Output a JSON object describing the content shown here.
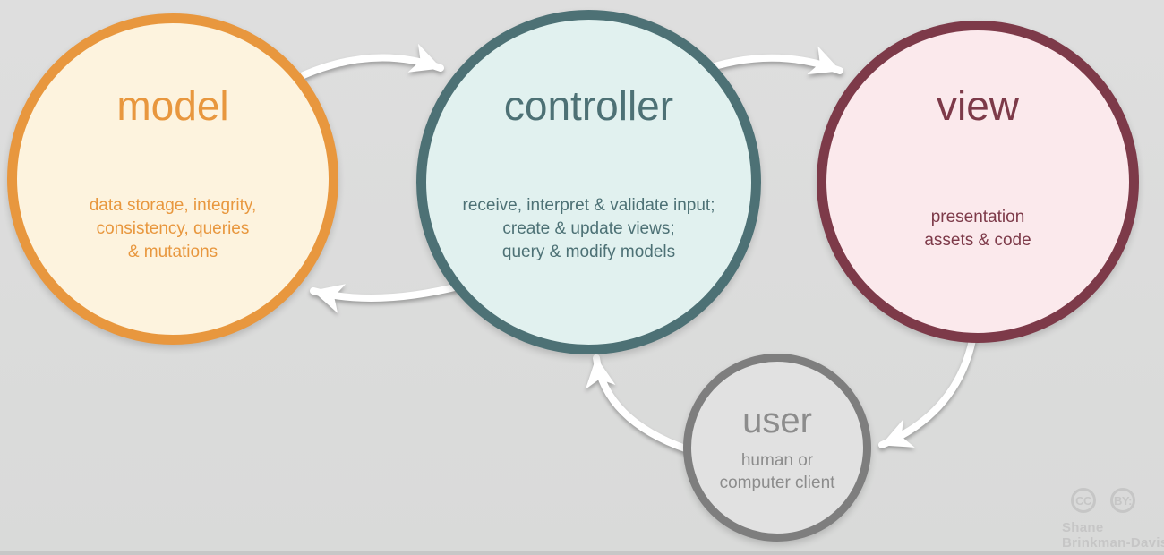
{
  "canvas": {
    "background": "#dcdddc",
    "bottom_strip_color": "#c7c7c7"
  },
  "nodes": {
    "model": {
      "title": "model",
      "lines": [
        "data storage, integrity,",
        "consistency, queries",
        "& mutations"
      ],
      "colors": {
        "border": "#e8973e",
        "fill": "#fdf3de",
        "text": "#e8973e"
      }
    },
    "controller": {
      "title": "controller",
      "lines": [
        "receive, interpret & validate input;",
        "create & update views;",
        "query & modify models"
      ],
      "colors": {
        "border": "#4d7175",
        "fill": "#e1f1ef",
        "text": "#4d7175"
      }
    },
    "view": {
      "title": "view",
      "lines": [
        "presentation",
        "assets & code"
      ],
      "colors": {
        "border": "#7d3a49",
        "fill": "#fbe9ec",
        "text": "#7d3a49"
      }
    },
    "user": {
      "title": "user",
      "lines": [
        "human or",
        "computer client"
      ],
      "colors": {
        "border": "#7e7e7e",
        "fill": "#e1e1e1",
        "text": "#8c8c8c"
      }
    }
  },
  "arrows": {
    "color": "#ffffff"
  },
  "attribution": {
    "cc_label": "CC",
    "by_label": "BY:",
    "name_line1": "Shane",
    "name_line2": "Brinkman-Davis",
    "color": "#c6c6c6"
  }
}
